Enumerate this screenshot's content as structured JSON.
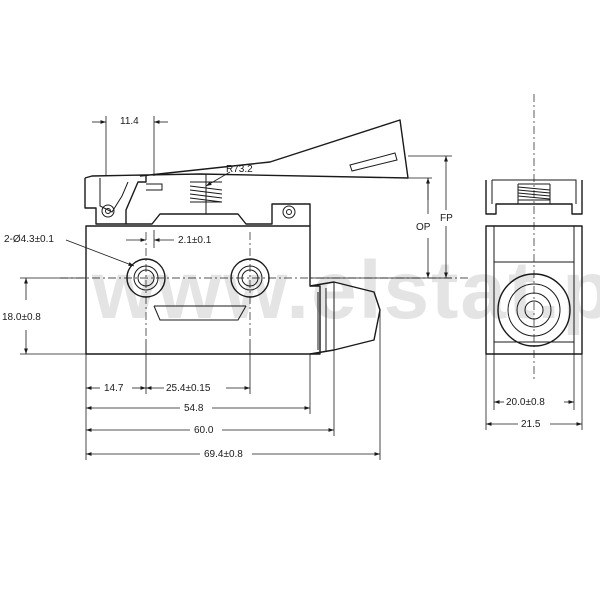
{
  "watermark": "www.elstat.pl",
  "dimensions": {
    "lever_offset": "11.4",
    "lever_radius": "R73.2",
    "mount_holes": "2-Ø4.3±0.1",
    "hole_offset": "2.1±0.1",
    "operating_position": "OP",
    "free_position": "FP",
    "body_height": "18.0±0.8",
    "hole_to_edge": "14.7",
    "hole_spacing": "25.4±0.15",
    "body_to_plunger": "54.8",
    "to_plunger_tip": "60.0",
    "overall_length": "69.4±0.8",
    "side_inner_width": "20.0±0.8",
    "side_outer_width": "21.5"
  }
}
